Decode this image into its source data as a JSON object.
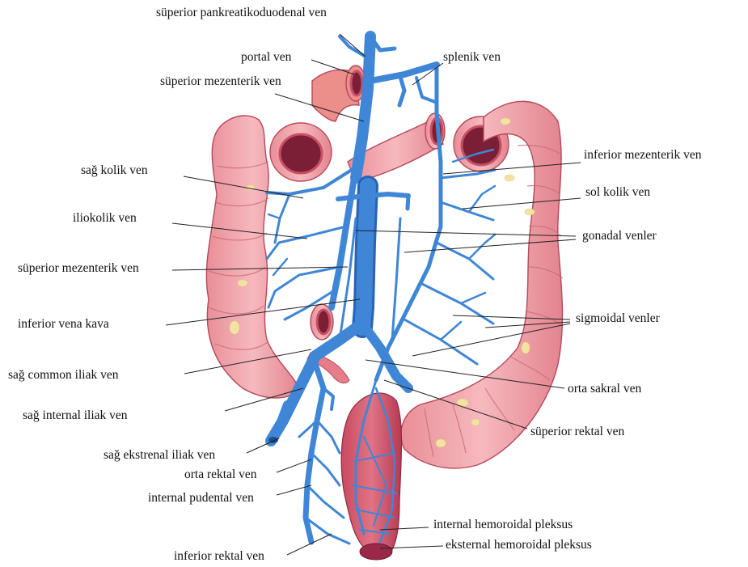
{
  "labels": {
    "superior_pankreatikoduodenal": "süperior pankreatikoduodenal ven",
    "portal": "portal ven",
    "splenik": "splenik ven",
    "superior_mezenterik_top": "süperior mezenterik ven",
    "inferior_mezenterik": "inferior mezenterik ven",
    "sag_kolik": "sağ kolik ven",
    "sol_kolik": "sol kolik ven",
    "iliokolik": "iliokolik ven",
    "gonadal": "gonadal venler",
    "superior_mezenterik_mid": "süperior mezenterik ven",
    "inferior_vena_kava": "inferior vena kava",
    "sigmoidal": "sigmoidal venler",
    "sag_common_iliak": "sağ common iliak ven",
    "orta_sakral": "orta sakral ven",
    "sag_internal_iliak": "sağ internal iliak ven",
    "superior_rektal": "süperior rektal ven",
    "sag_ekstrenal_iliak": "sağ ekstrenal iliak ven",
    "orta_rektal": "orta rektal ven",
    "internal_pudental": "internal pudental ven",
    "internal_hemoroidal": "internal hemoroidal pleksus",
    "eksternal_hemoroidal": "eksternal hemoroidal pleksus",
    "inferior_rektal": "inferior rektal ven"
  },
  "colors": {
    "vein": "#3f86d6",
    "vein_dark": "#2a62b4",
    "colon": "#f0a2aa",
    "colon_outline": "#b5485a",
    "lumen": "#7a1f35",
    "label_text": "#111111"
  }
}
